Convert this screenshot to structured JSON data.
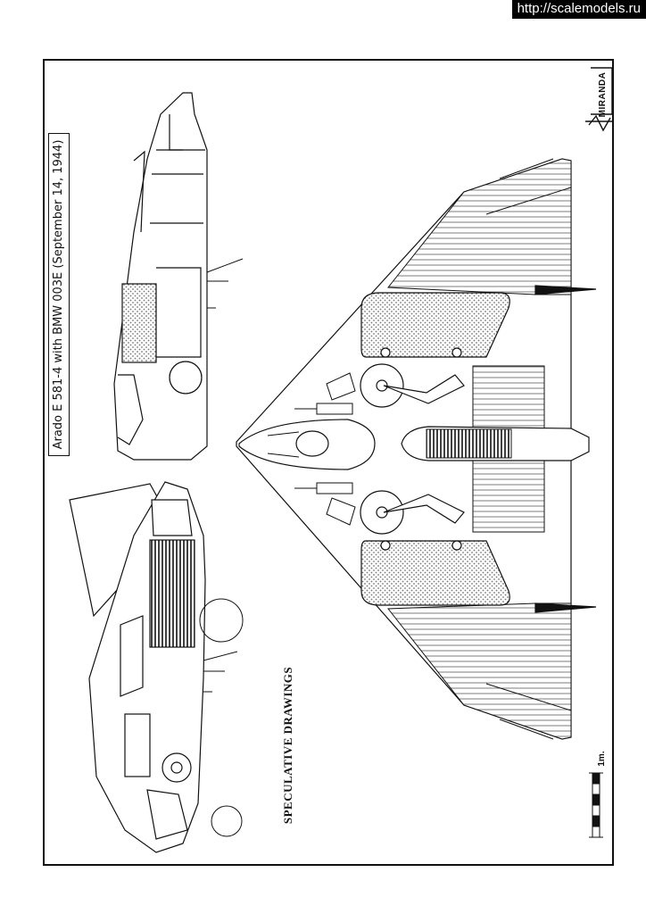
{
  "watermark": {
    "text": "http://scalemodels.ru"
  },
  "title": "Arado E 581-4 with BMW 003E (September 14, 1944)",
  "caption": "SPECULATIVE DRAWINGS",
  "scale_bar": {
    "label": "1m."
  },
  "logo": {
    "text": "MIRANDA"
  },
  "colors": {
    "ink": "#111111",
    "hatch": "#9a9a9a",
    "paper": "#ffffff"
  }
}
